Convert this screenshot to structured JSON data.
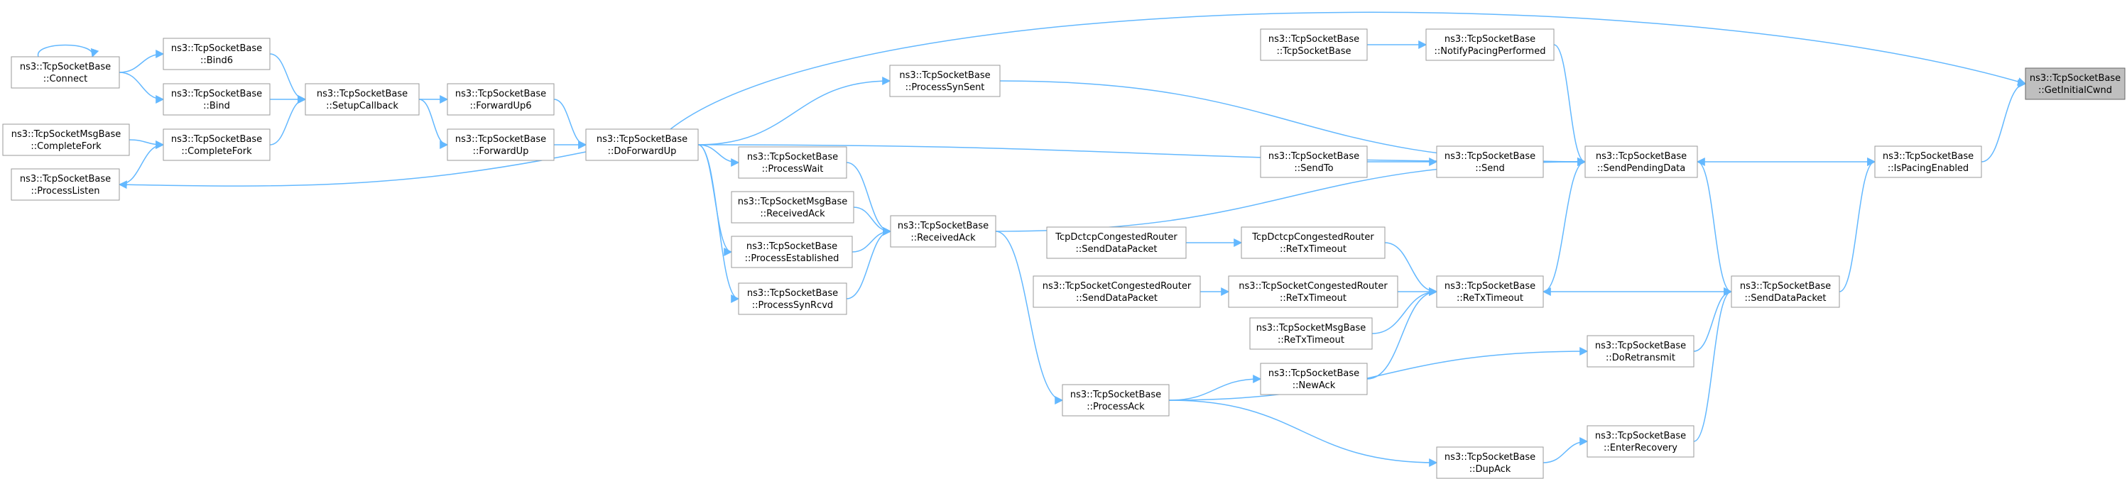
{
  "diagram": {
    "colors": {
      "edge": "#63b8ff",
      "node_border": "#999999",
      "root_fill": "#bfbfbf"
    },
    "nodes": [
      {
        "id": "root",
        "l1": "ns3::TcpSocketBase",
        "l2": "::GetInitialCwnd",
        "root": true
      },
      {
        "id": "ispacing",
        "l1": "ns3::TcpSocketBase",
        "l2": "::IsPacingEnabled"
      },
      {
        "id": "sendpending",
        "l1": "ns3::TcpSocketBase",
        "l2": "::SendPendingData"
      },
      {
        "id": "senddata",
        "l1": "ns3::TcpSocketBase",
        "l2": "::SendDataPacket"
      },
      {
        "id": "notifypacing",
        "l1": "ns3::TcpSocketBase",
        "l2": "::NotifyPacingPerformed"
      },
      {
        "id": "tcpsocketbase",
        "l1": "ns3::TcpSocketBase",
        "l2": "::TcpSocketBase"
      },
      {
        "id": "processsynsent",
        "l1": "ns3::TcpSocketBase",
        "l2": "::ProcessSynSent"
      },
      {
        "id": "doforwardup",
        "l1": "ns3::TcpSocketBase",
        "l2": "::DoForwardUp"
      },
      {
        "id": "send",
        "l1": "ns3::TcpSocketBase",
        "l2": "::Send"
      },
      {
        "id": "sendto",
        "l1": "ns3::TcpSocketBase",
        "l2": "::SendTo"
      },
      {
        "id": "receivedack",
        "l1": "ns3::TcpSocketBase",
        "l2": "::ReceivedAck"
      },
      {
        "id": "retx",
        "l1": "ns3::TcpSocketBase",
        "l2": "::ReTxTimeout"
      },
      {
        "id": "doretransmit",
        "l1": "ns3::TcpSocketBase",
        "l2": "::DoRetransmit"
      },
      {
        "id": "enterrecovery",
        "l1": "ns3::TcpSocketBase",
        "l2": "::EnterRecovery"
      },
      {
        "id": "forwardup6",
        "l1": "ns3::TcpSocketBase",
        "l2": "::ForwardUp6"
      },
      {
        "id": "forwardup",
        "l1": "ns3::TcpSocketBase",
        "l2": "::ForwardUp"
      },
      {
        "id": "setupcallback",
        "l1": "ns3::TcpSocketBase",
        "l2": "::SetupCallback"
      },
      {
        "id": "bind6",
        "l1": "ns3::TcpSocketBase",
        "l2": "::Bind6"
      },
      {
        "id": "bind",
        "l1": "ns3::TcpSocketBase",
        "l2": "::Bind"
      },
      {
        "id": "connect",
        "l1": "ns3::TcpSocketBase",
        "l2": "::Connect"
      },
      {
        "id": "completefork",
        "l1": "ns3::TcpSocketBase",
        "l2": "::CompleteFork"
      },
      {
        "id": "msgcompletefork",
        "l1": "ns3::TcpSocketMsgBase",
        "l2": "::CompleteFork"
      },
      {
        "id": "processlisten",
        "l1": "ns3::TcpSocketBase",
        "l2": "::ProcessListen"
      },
      {
        "id": "processwait",
        "l1": "ns3::TcpSocketBase",
        "l2": "::ProcessWait"
      },
      {
        "id": "msgreceivedack",
        "l1": "ns3::TcpSocketMsgBase",
        "l2": "::ReceivedAck"
      },
      {
        "id": "processestablished",
        "l1": "ns3::TcpSocketBase",
        "l2": "::ProcessEstablished"
      },
      {
        "id": "processsynrcvd",
        "l1": "ns3::TcpSocketBase",
        "l2": "::ProcessSynRcvd"
      },
      {
        "id": "processack",
        "l1": "ns3::TcpSocketBase",
        "l2": "::ProcessAck"
      },
      {
        "id": "dctcpretx",
        "l1": "TcpDctcpCongestedRouter",
        "l2": "::ReTxTimeout"
      },
      {
        "id": "dctcpsend",
        "l1": "TcpDctcpCongestedRouter",
        "l2": "::SendDataPacket"
      },
      {
        "id": "congretx",
        "l1": "ns3::TcpSocketCongestedRouter",
        "l2": "::ReTxTimeout"
      },
      {
        "id": "congsend",
        "l1": "ns3::TcpSocketCongestedRouter",
        "l2": "::SendDataPacket"
      },
      {
        "id": "msgretx",
        "l1": "ns3::TcpSocketMsgBase",
        "l2": "::ReTxTimeout"
      },
      {
        "id": "newack",
        "l1": "ns3::TcpSocketBase",
        "l2": "::NewAck"
      },
      {
        "id": "dupack",
        "l1": "ns3::TcpSocketBase",
        "l2": "::DupAck"
      }
    ],
    "edges": [
      [
        "ispacing",
        "root"
      ],
      [
        "sendpending",
        "ispacing"
      ],
      [
        "senddata",
        "ispacing"
      ],
      [
        "notifypacing",
        "sendpending"
      ],
      [
        "tcpsocketbase",
        "notifypacing"
      ],
      [
        "processsynsent",
        "sendpending"
      ],
      [
        "doforwardup",
        "processsynsent"
      ],
      [
        "doforwardup",
        "sendpending"
      ],
      [
        "doforwardup",
        "root"
      ],
      [
        "send",
        "sendpending"
      ],
      [
        "sendto",
        "send"
      ],
      [
        "receivedack",
        "sendpending"
      ],
      [
        "retx",
        "sendpending"
      ],
      [
        "senddata",
        "sendpending"
      ],
      [
        "senddata",
        "retx"
      ],
      [
        "doretransmit",
        "senddata"
      ],
      [
        "enterrecovery",
        "senddata"
      ],
      [
        "forwardup6",
        "doforwardup"
      ],
      [
        "forwardup",
        "doforwardup"
      ],
      [
        "setupcallback",
        "forwardup6"
      ],
      [
        "setupcallback",
        "forwardup"
      ],
      [
        "bind6",
        "setupcallback"
      ],
      [
        "bind",
        "setupcallback"
      ],
      [
        "completefork",
        "setupcallback"
      ],
      [
        "connect",
        "bind6"
      ],
      [
        "connect",
        "bind"
      ],
      [
        "connect",
        "connect"
      ],
      [
        "msgcompletefork",
        "completefork"
      ],
      [
        "processlisten",
        "completefork"
      ],
      [
        "doforwardup",
        "processlisten"
      ],
      [
        "doforwardup",
        "processwait"
      ],
      [
        "doforwardup",
        "processestablished"
      ],
      [
        "doforwardup",
        "processsynrcvd"
      ],
      [
        "processwait",
        "receivedack"
      ],
      [
        "msgreceivedack",
        "receivedack"
      ],
      [
        "processestablished",
        "receivedack"
      ],
      [
        "processsynrcvd",
        "receivedack"
      ],
      [
        "receivedack",
        "processack"
      ],
      [
        "dctcpretx",
        "retx"
      ],
      [
        "dctcpsend",
        "dctcpretx"
      ],
      [
        "congretx",
        "retx"
      ],
      [
        "congsend",
        "congretx"
      ],
      [
        "msgretx",
        "retx"
      ],
      [
        "newack",
        "retx"
      ],
      [
        "processack",
        "newack"
      ],
      [
        "processack",
        "doretransmit"
      ],
      [
        "processack",
        "dupack"
      ],
      [
        "dupack",
        "enterrecovery"
      ]
    ]
  }
}
